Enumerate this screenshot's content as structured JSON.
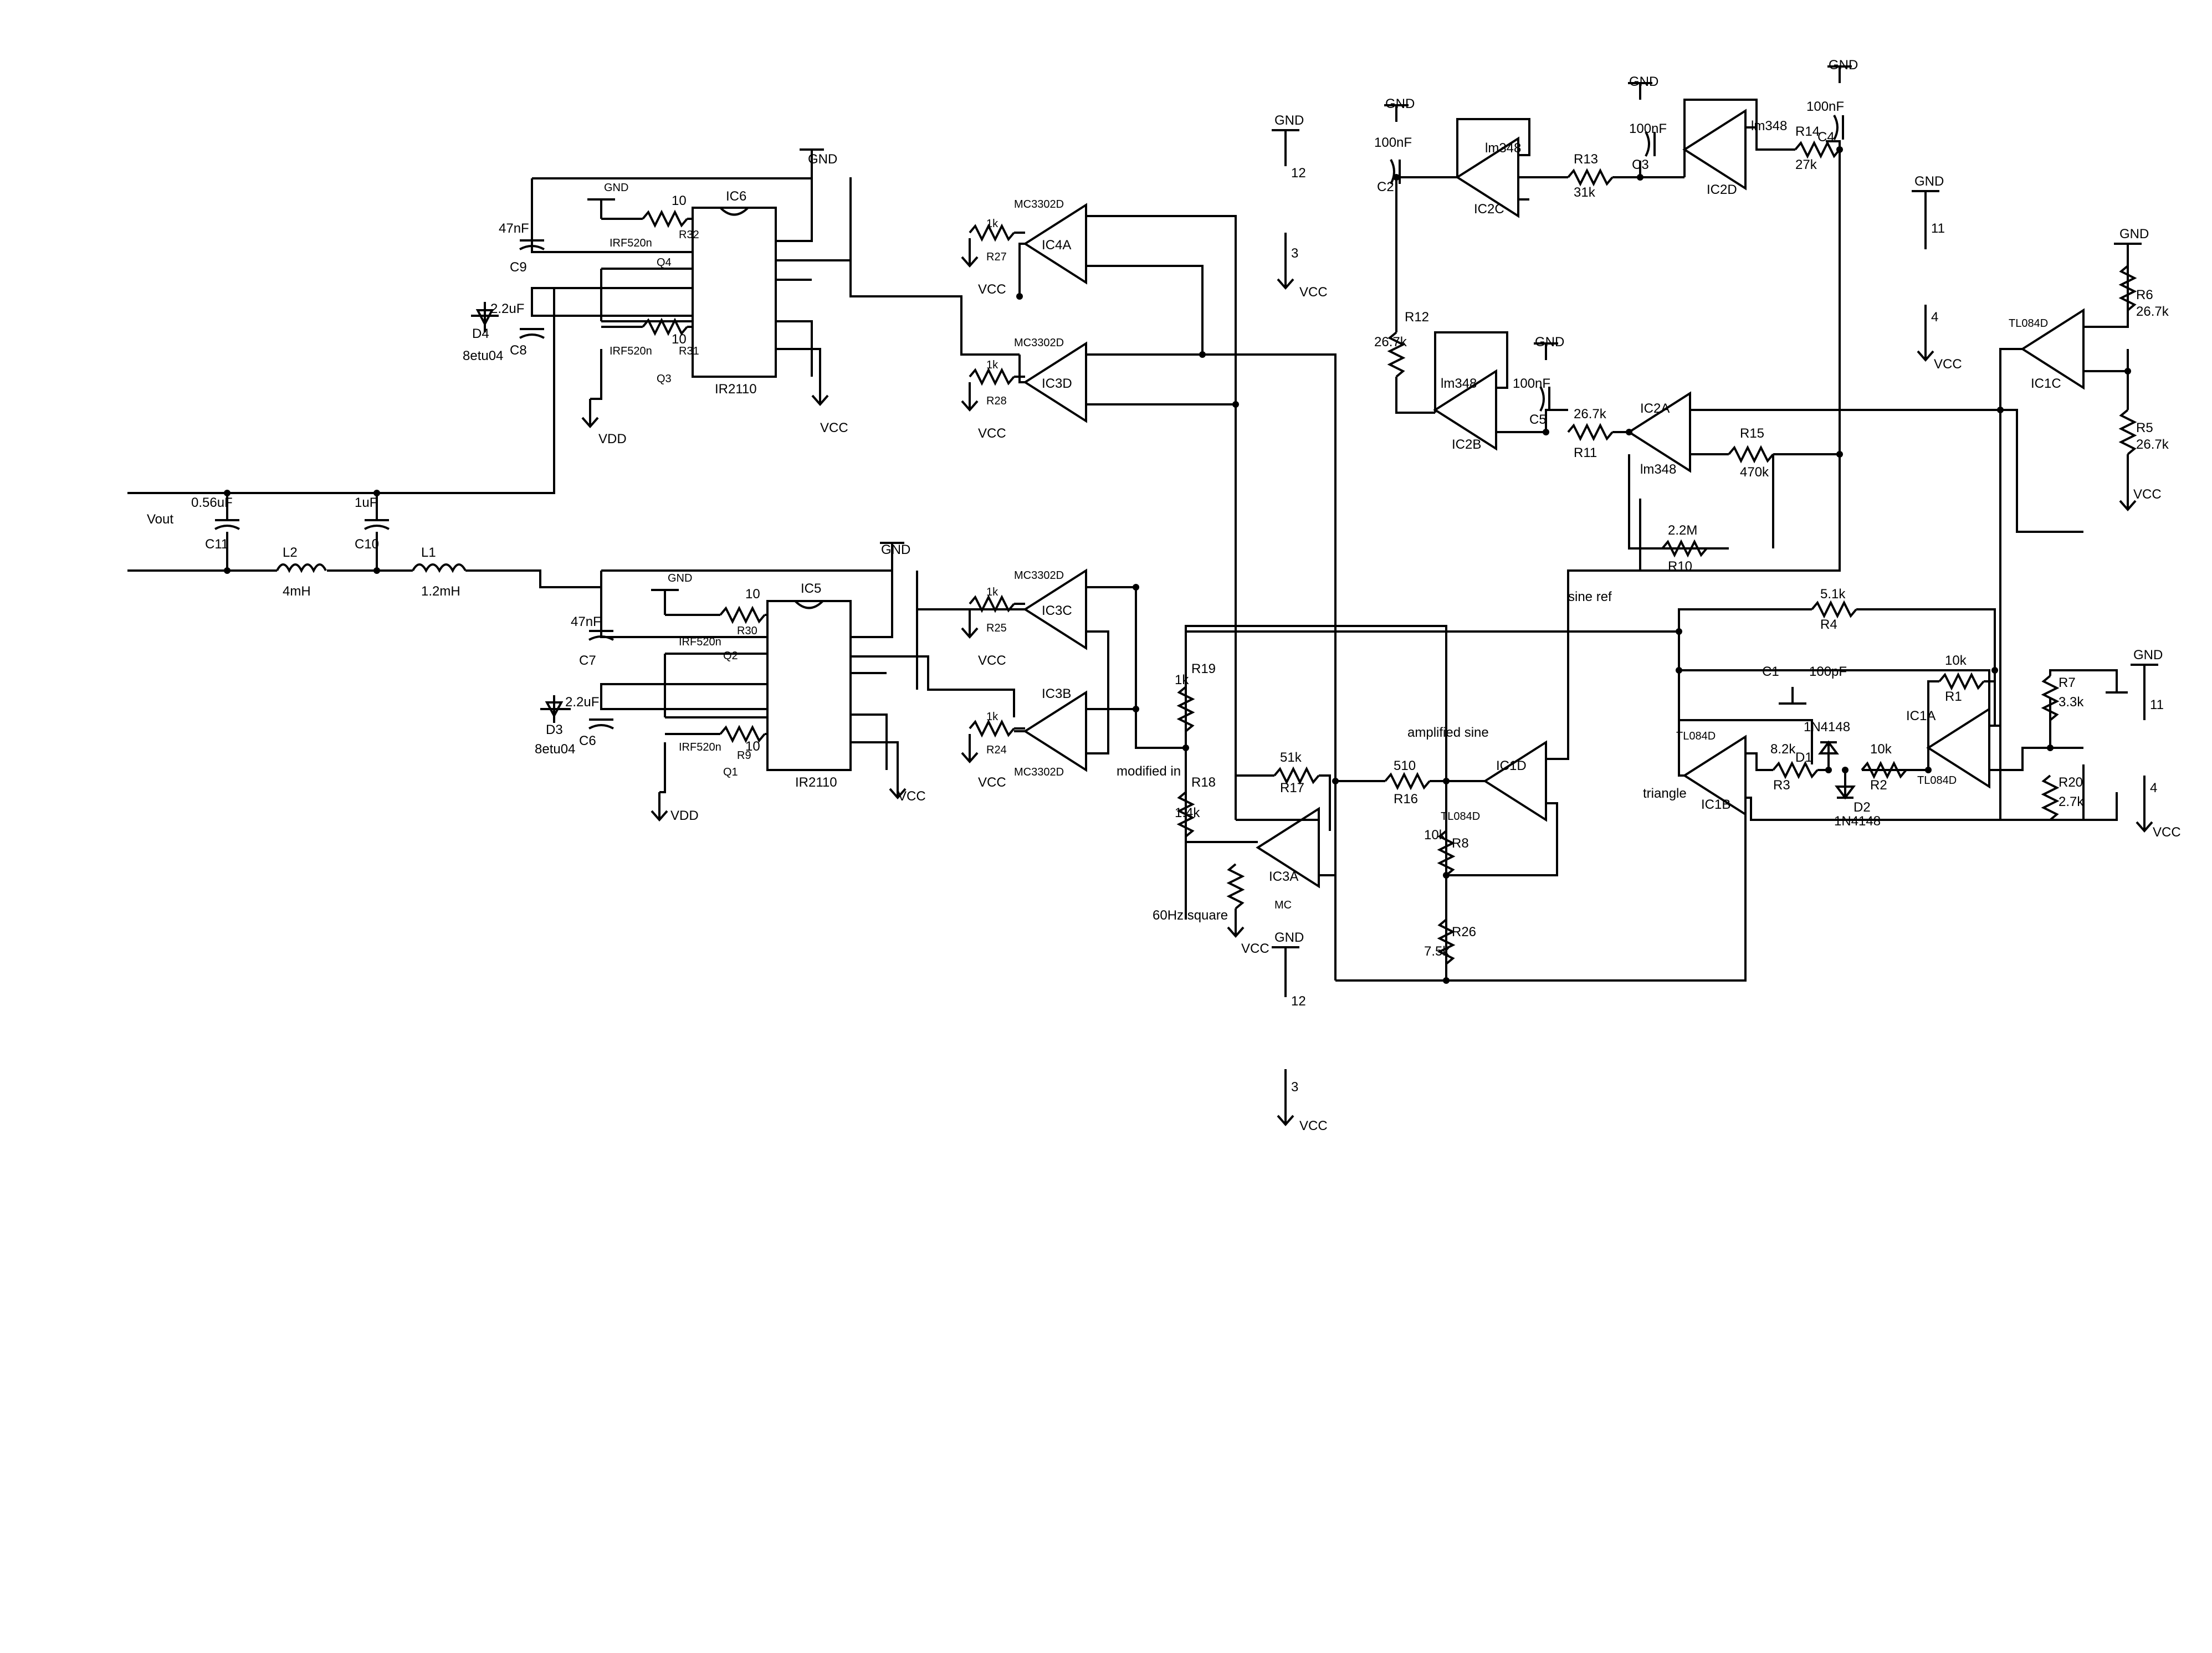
{
  "labels": {
    "gnd": "GND",
    "vcc": "VCC",
    "vdd": "VDD",
    "vout": "Vout",
    "pin12": "12",
    "pin3": "3",
    "pin11": "11",
    "pin4": "4",
    "sine_ref": "sine ref",
    "amplified_sine": "amplified sine",
    "modified_in": "modified in",
    "square_60hz": "60Hz square",
    "triangle": "triangle"
  },
  "chips": {
    "ic6": "IC6",
    "ir2110_top": "IR2110",
    "ic5": "IC5",
    "ir2110_bottom": "IR2110",
    "ic4a": "IC4A",
    "ic3d": "IC3D",
    "ic3c": "IC3C",
    "ic3b": "IC3B",
    "ic3a": "IC3A",
    "mc3302d": "MC3302D",
    "mc": "MC",
    "ic2a": "IC2A",
    "ic2b": "IC2B",
    "ic2c": "IC2C",
    "ic2d": "IC2D",
    "lm348": "lm348",
    "ic1a": "IC1A",
    "ic1b": "IC1B",
    "ic1c": "IC1C",
    "ic1d": "IC1D",
    "tl084d": "TL084D"
  },
  "parts": {
    "q4": "Q4",
    "q3": "Q3",
    "q2": "Q2",
    "q1": "Q1",
    "irf520n": "IRF520n",
    "r32": "R32",
    "r31": "R31",
    "r30": "R30",
    "r9": "R9",
    "r10_val": "10",
    "c9": "C9",
    "c9_val": "47nF",
    "c8": "C8",
    "c8_val": "2.2uF",
    "c7": "C7",
    "c7_val": "47nF",
    "c6": "C6",
    "c6_val": "2.2uF",
    "d4": "D4",
    "d3": "D3",
    "d_val": "8etu04",
    "c11": "C11",
    "c11_val": "0.56uF",
    "c10": "C10",
    "c10_val": "1uF",
    "l2": "L2",
    "l2_val": "4mH",
    "l1": "L1",
    "l1_val": "1.2mH",
    "r27": "R27",
    "r28": "R28",
    "r25": "R25",
    "r24": "R24",
    "r1k": "1k",
    "r19": "R19",
    "r19_val": "1k",
    "r18": "R18",
    "r18_val": "1.4k",
    "r17": "R17",
    "r17_val": "51k",
    "r16": "R16",
    "r16_val": "510",
    "r8": "R8",
    "r8_val": "10k",
    "r26": "R26",
    "r26_val": "7.5k",
    "r_1k": "1k",
    "c2": "C2",
    "c2_val": "100nF",
    "c3": "C3",
    "c3_val": "100nF",
    "c4": "C4",
    "c4_val": "100nF",
    "c5": "C5",
    "c5_val": "100nF",
    "r13": "R13",
    "r13_val": "31k",
    "r14": "R14",
    "r14_val": "27k",
    "r12": "R12",
    "r12_val": "26.7k",
    "r11": "R11",
    "r11_val": "26.7k",
    "r15": "R15",
    "r15_val": "470k",
    "r10": "R10",
    "r10_v": "2.2M",
    "r4": "R4",
    "r4_val": "5.1k",
    "c1": "C1",
    "c1_val": "100pF",
    "r3": "R3",
    "r3_val": "8.2k",
    "r2": "R2",
    "r2_val": "10k",
    "r1": "R1",
    "r1_val": "10k",
    "d1": "D1",
    "d2": "D2",
    "d_1n": "1N4148",
    "r6": "R6",
    "r6_val": "26.7k",
    "r5": "R5",
    "r5_val": "26.7k",
    "r7": "R7",
    "r7_val": "3.3k",
    "r20": "R20",
    "r20_val": "2.7k"
  }
}
